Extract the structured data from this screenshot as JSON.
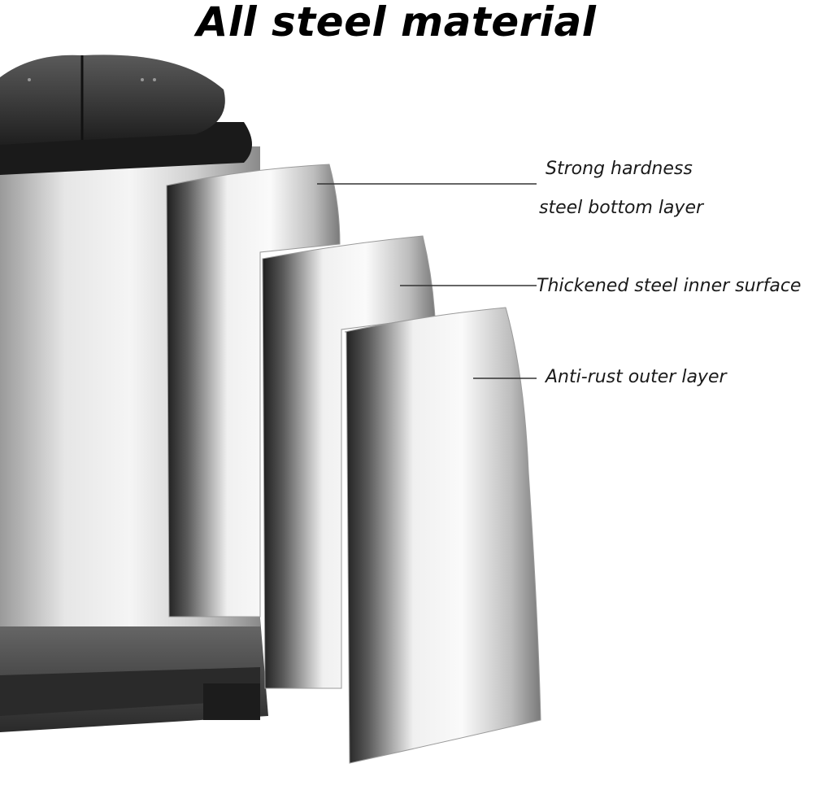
{
  "title": "All steel material",
  "labels": {
    "bottom_line1": "Strong hardness",
    "bottom_line2": "steel bottom layer",
    "inner": "Thickened steel inner surface",
    "outer": "Anti-rust outer layer"
  },
  "colors": {
    "lid": "#2b2b2b",
    "rim": "#1a1a1a",
    "steel_light": "#f2f2f2",
    "steel_dark": "#2e2e2e",
    "base": "#3a3a3a",
    "leader_line": "#333333"
  }
}
